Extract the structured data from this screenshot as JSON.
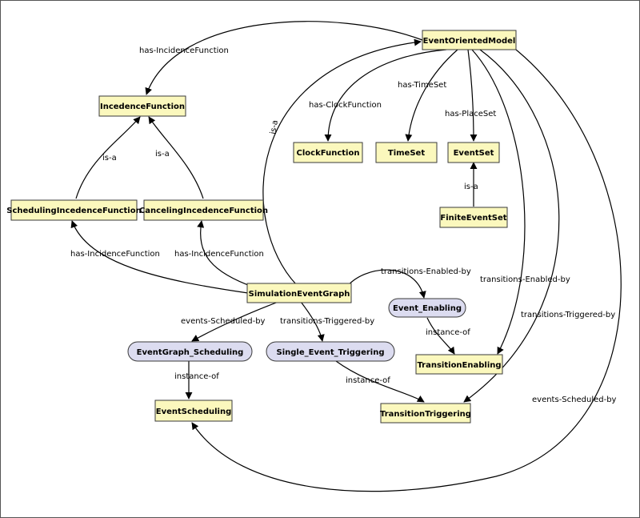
{
  "nodes": {
    "event_oriented_model": "EventOrientedModel",
    "incedence_function": "IncedenceFunction",
    "clock_function": "ClockFunction",
    "time_set": "TimeSet",
    "event_set": "EventSet",
    "finite_event_set": "FiniteEventSet",
    "scheduling_incedence_function": "SchedulingIncedenceFunction",
    "canceling_incedence_function": "CancelingIncedenceFunction",
    "simulation_event_graph": "SimulationEventGraph",
    "event_enabling": "Event_Enabling",
    "eventgraph_scheduling": "EventGraph_Scheduling",
    "single_event_triggering": "Single_Event_Triggering",
    "transition_enabling": "TransitionEnabling",
    "event_scheduling": "EventScheduling",
    "transition_triggering": "TransitionTriggering"
  },
  "edges": {
    "eom_has_incidence": "has-IncidenceFunction",
    "eom_has_clock": "has-ClockFunction",
    "eom_has_time": "has-TimeSet",
    "eom_has_place": "has-PlaceSet",
    "sched_is_a": "is-a",
    "cancel_is_a": "is-a",
    "finite_is_a": "is-a",
    "seg_is_a": "is-a",
    "seg_has_incidence_left": "has-IncidenceFunction",
    "seg_has_incidence_right": "has-IncidenceFunction",
    "seg_transitions_enabled": "transitions-Enabled-by",
    "eom_transitions_enabled": "transitions-Enabled-by",
    "eom_transitions_triggered": "transitions-Triggered-by",
    "seg_events_scheduled": "events-Scheduled-by",
    "seg_transitions_triggered": "transitions-Triggered-by",
    "enabling_instance_of": "instance-of",
    "scheduling_instance_of": "instance-of",
    "triggering_instance_of": "instance-of",
    "eom_events_scheduled": "events-Scheduled-by"
  }
}
